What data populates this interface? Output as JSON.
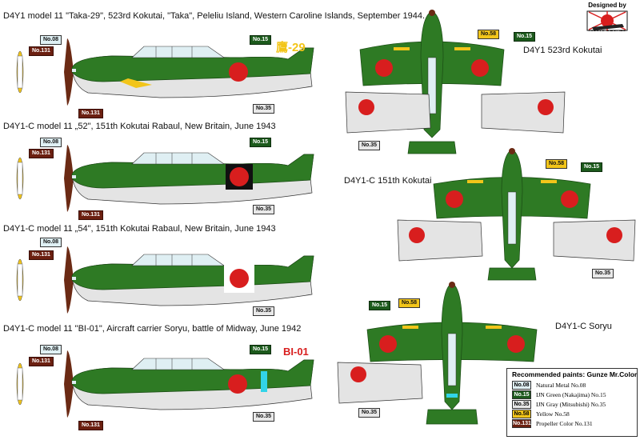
{
  "captions": {
    "p1": "D4Y1 model 11 \"Taka-29\", 523rd Kokutai, \"Taka\", Peleliu Island, Western Caroline Islands, September 1944.",
    "p2": "D4Y1-C model 11 „52\", 151th Kokutai Rabaul, New Britain, June 1943",
    "p3": "D4Y1-C model 11 „54\", 151th Kokutai Rabaul, New Britain, June 1943",
    "p4": "D4Y1-C model 11 \"BI-01\", Aircraft carrier Soryu, battle of Midway, June 1942"
  },
  "plan_titles": {
    "t1": "D4Y1 523rd Kokutai",
    "t2": "D4Y1-C 151th Kokutai",
    "t3": "D4Y1-C Soryu"
  },
  "codes": {
    "p1": "鷹-29",
    "p2": "52",
    "p3": "54",
    "p4": "BI-01"
  },
  "tags": {
    "n08": "No.08",
    "n15": "No.15",
    "n35": "No.35",
    "n58": "No.58",
    "n131": "No.131"
  },
  "legend": {
    "title": "Recommended paints: Gunze Mr.Color",
    "rows": [
      {
        "code": "No.08",
        "label": "Natural Metal No.08"
      },
      {
        "code": "No.15",
        "label": "IJN Green (Nakajima) No.15"
      },
      {
        "code": "No.35",
        "label": "IJN Gray (Mitsubishi) No.35"
      },
      {
        "code": "No.58",
        "label": "Yellow No.58"
      },
      {
        "code": "No.131",
        "label": "Propeller Color No.131"
      }
    ]
  },
  "logo": {
    "designed_by": "Designed by",
    "brand": "RISING DECALS"
  },
  "colors": {
    "green": "#2e7a24",
    "gray": "#e4e4e4",
    "yellow": "#f2c51a",
    "red": "#d81e1e",
    "prop": "#6b2a14",
    "cyan": "#32d4e8"
  }
}
